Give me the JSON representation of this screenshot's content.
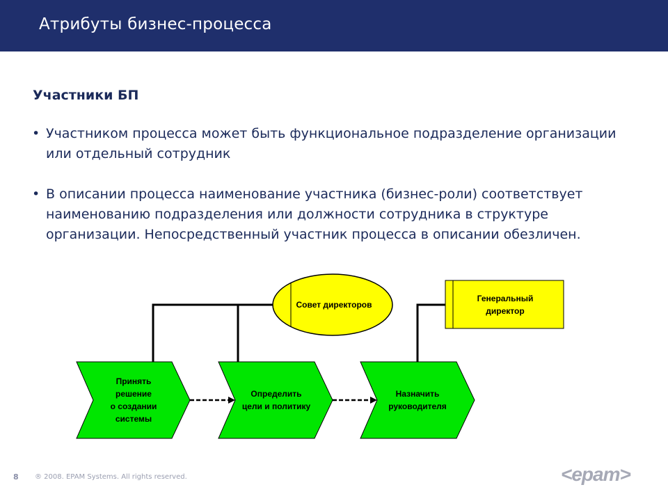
{
  "header": {
    "title": "Атрибуты бизнес-процесса"
  },
  "section": {
    "title": "Участники БП"
  },
  "bullets": [
    {
      "marker": "•",
      "text": "Участником процесса может быть функциональное подразделение организации или отдельный сотрудник"
    },
    {
      "marker": "•",
      "text": "В описании процесса наименование участника (бизнес-роли) соответствует наименованию подразделения или должности сотрудника в структуре организации. Непосредственный участник процесса в описании обезличен."
    }
  ],
  "diagram": {
    "colors": {
      "function": "#00e600",
      "participant": "#ffff00",
      "line": "#000000"
    },
    "functions": [
      {
        "id": "f1",
        "lines": [
          "Принять",
          "решение",
          "о создании",
          "системы"
        ]
      },
      {
        "id": "f2",
        "lines": [
          "Определить",
          "цели и политику"
        ]
      },
      {
        "id": "f3",
        "lines": [
          "Назначить",
          "руководителя"
        ]
      }
    ],
    "participants": [
      {
        "id": "board",
        "shape": "ellipse",
        "lines": [
          "Совет директоров"
        ]
      },
      {
        "id": "ceo",
        "shape": "position",
        "lines": [
          "Генеральный",
          "директор"
        ]
      }
    ]
  },
  "footer": {
    "page_number": "8",
    "copyright": "® 2008. EPAM Systems. All rights reserved.",
    "logo": "<epam>"
  }
}
